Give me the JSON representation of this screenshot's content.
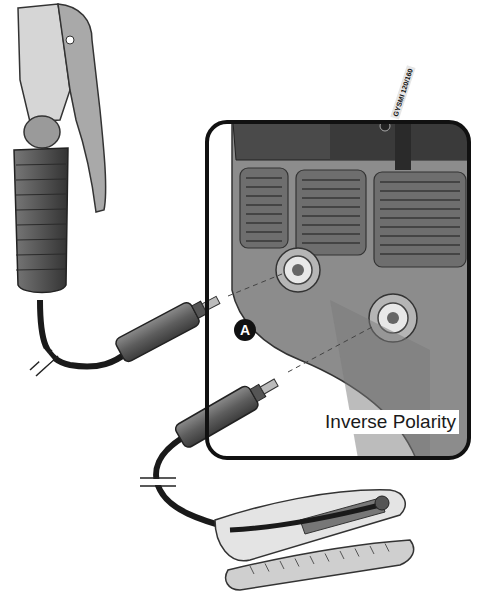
{
  "diagram": {
    "nodes": [
      {
        "text": [
          "Inverse Polarity"
        ]
      }
    ],
    "labels": [
      "A",
      "GYSMI 120/160"
    ]
  }
}
